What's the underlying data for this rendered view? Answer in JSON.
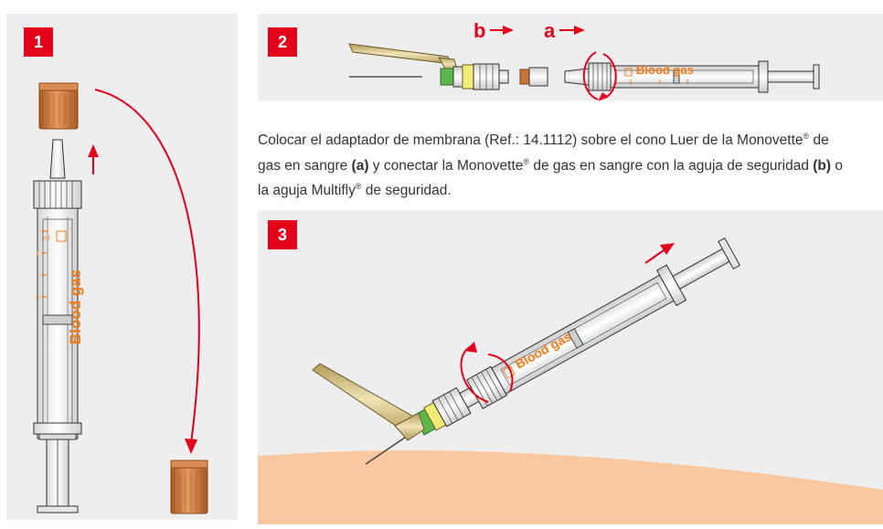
{
  "steps": [
    {
      "number": "1"
    },
    {
      "number": "2"
    },
    {
      "number": "3"
    }
  ],
  "caption": {
    "part1": "Colocar el adaptador de membrana (Ref.: 14.1112) sobre el cono Luer de la Monovette",
    "reg1": "®",
    "part2": " de gas en sangre ",
    "bold_a": "(a)",
    "part3": " y conectar la Monovette",
    "reg2": "®",
    "part4": " de gas en sangre con la aguja de seguridad ",
    "bold_b": "(b)",
    "part5": " o la aguja Multifly",
    "reg3": "®",
    "part6": " de seguridad."
  },
  "labels": {
    "arrow_a": "a",
    "arrow_b": "b",
    "syringe_label": "Blood gas",
    "scale_ml": "ml",
    "scale_1": "1",
    "scale_2": "2"
  },
  "colors": {
    "step_badge": "#e3001b",
    "arrow": "#e3001b",
    "cap": "#c9753a",
    "label_orange": "#f07d1a",
    "skin": "#f9c8a0",
    "panel_bg": "#eeeeee"
  },
  "icons": [
    "arrow-right-icon",
    "arrow-up-icon",
    "rotation-arrow-icon"
  ]
}
